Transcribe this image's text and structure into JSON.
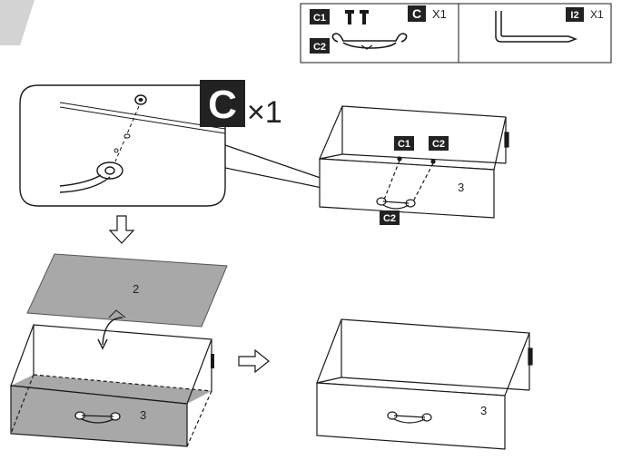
{
  "parts_table": {
    "hardware_code": "C1",
    "handle_code": "C2",
    "group_code": "C",
    "group_qty": "X1",
    "tool_code": "I2",
    "tool_qty": "X1"
  },
  "callout": {
    "code": "C",
    "qty": "×1"
  },
  "step1": {
    "label_c1": "C1",
    "label_c2": "C2",
    "label_c2_handle": "C2",
    "panel_number": "3"
  },
  "step2": {
    "bottom_panel_number": "2",
    "front_panel_number": "3"
  },
  "step3": {
    "front_panel_number": "3"
  },
  "colors": {
    "label_bg": "#222222",
    "panel_gray": "#a8a8a8",
    "header_gray": "#d3d3d3",
    "line": "#1a1a1a"
  },
  "icons": [
    "screw-icon",
    "handle-icon",
    "allen-key-icon",
    "down-arrow-icon",
    "right-arrow-icon",
    "curved-arrow-icon"
  ]
}
